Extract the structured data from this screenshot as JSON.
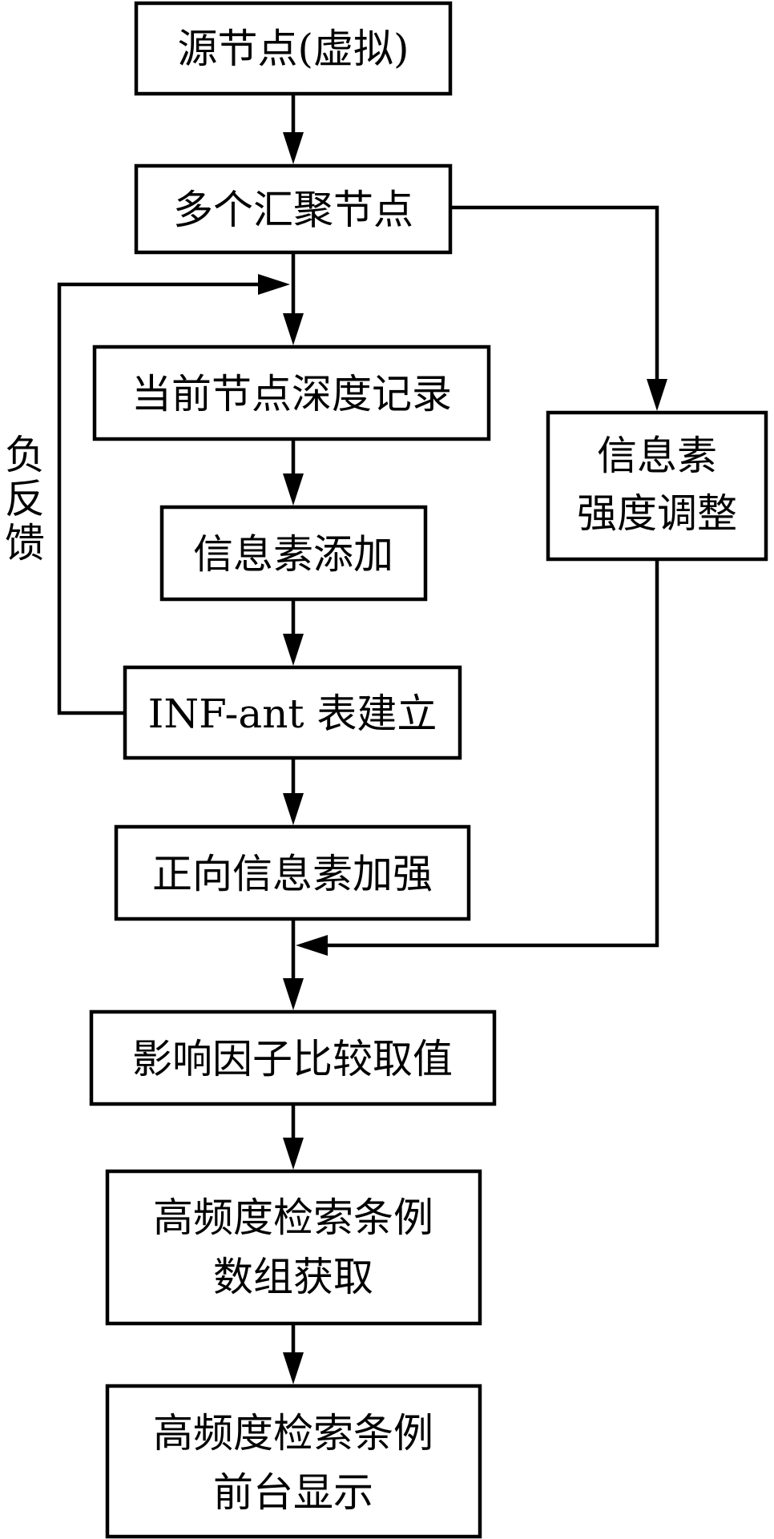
{
  "nodes": {
    "source": "源节点(虚拟)",
    "sinks": "多个汇聚节点",
    "depth_record": "当前节点深度记录",
    "pheromone_add": "信息素添加",
    "inf_ant_table": "INF-ant 表建立",
    "forward_strengthen": "正向信息素加强",
    "intensity_adjust": [
      "信息素",
      "强度调整"
    ],
    "factor_compare": "影响因子比较取值",
    "array_fetch": [
      "高频度检索条例",
      "数组获取"
    ],
    "frontend_display": [
      "高频度检索条例",
      "前台显示"
    ]
  },
  "labels": {
    "negative_feedback": [
      "负",
      "反",
      "馈"
    ]
  }
}
